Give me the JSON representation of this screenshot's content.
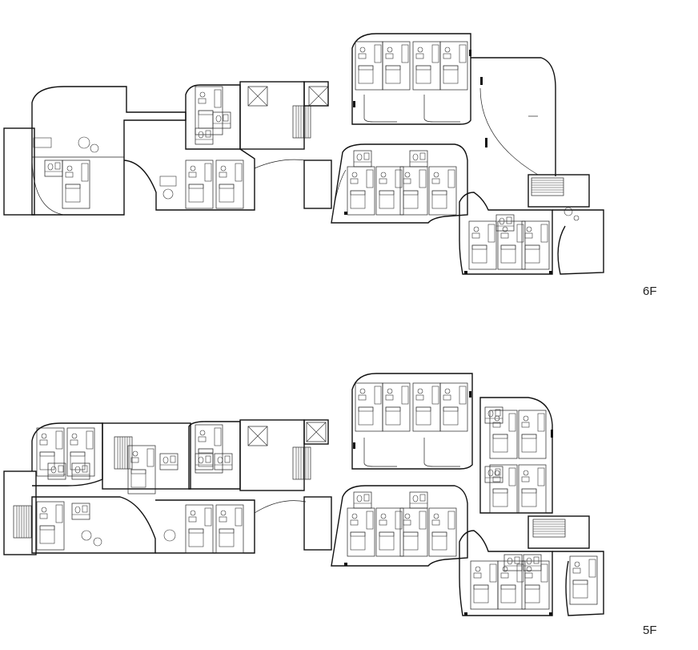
{
  "floors": [
    {
      "id": "6F",
      "label": "6F"
    },
    {
      "id": "5F",
      "label": "5F"
    }
  ]
}
